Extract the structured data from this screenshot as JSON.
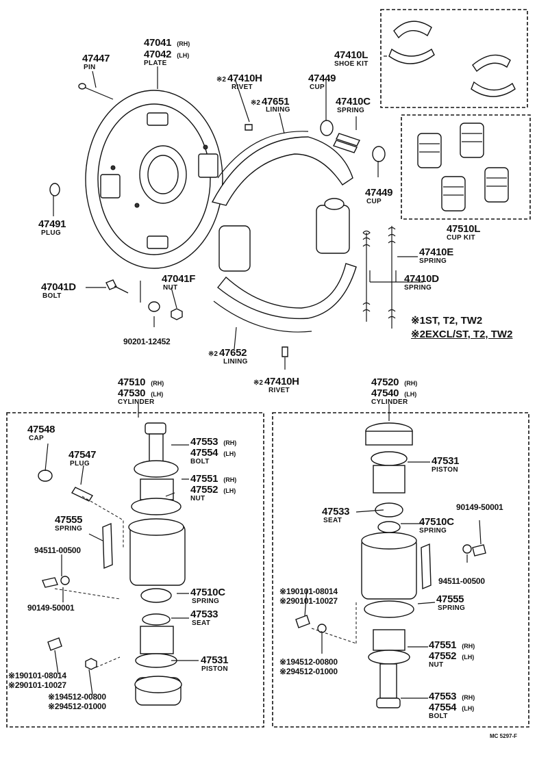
{
  "labels": {
    "pn_47041": "47041",
    "sfx_47041": "(RH)",
    "pn_47042": "47042",
    "sfx_47042": "(LH)",
    "nm_plate": "PLATE",
    "pn_47447": "47447",
    "nm_pin": "PIN",
    "pre_47410h_top": "※2",
    "pn_47410h_top": "47410H",
    "nm_rivet_top": "RIVET",
    "pre_47651": "※2",
    "pn_47651": "47651",
    "nm_lining_top": "LINING",
    "pn_47449_top": "47449",
    "nm_cup_top": "CUP",
    "pn_47410l": "47410L",
    "nm_shoe_kit": "SHOE KIT",
    "pn_47410c_top": "47410C",
    "nm_spring_top": "SPRING",
    "pn_47449_mid": "47449",
    "nm_cup_mid": "CUP",
    "pn_47491": "47491",
    "nm_plug_left": "PLUG",
    "pn_47510l": "47510L",
    "nm_cup_kit": "CUP KIT",
    "pn_47410e": "47410E",
    "nm_spring_e": "SPRING",
    "pn_47410d": "47410D",
    "nm_spring_d": "SPRING",
    "pn_47041d": "47041D",
    "nm_bolt_d": "BOLT",
    "pn_47041f": "47041F",
    "nm_nut_f": "NUT",
    "pn_90201": "90201-12452",
    "note1": "※1ST, T2, TW2",
    "note2": "※2EXCL/ST, T2, TW2",
    "pre_47652": "※2",
    "pn_47652": "47652",
    "nm_lining_bot": "LINING",
    "pre_47410h_bot": "※2",
    "pn_47410h_bot": "47410H",
    "nm_rivet_bot": "RIVET",
    "pn_47510": "47510",
    "sfx_47510": "(RH)",
    "pn_47530": "47530",
    "sfx_47530": "(LH)",
    "nm_cyl_left": "CYLINDER",
    "pn_47520": "47520",
    "sfx_47520": "(RH)",
    "pn_47540": "47540",
    "sfx_47540": "(LH)",
    "nm_cyl_right": "CYLINDER",
    "pn_47548": "47548",
    "nm_cap": "CAP",
    "pn_47547": "47547",
    "nm_plug_47547": "PLUG",
    "pn_47553_l": "47553",
    "sfx_47553_l": "(RH)",
    "pn_47554_l": "47554",
    "sfx_47554_l": "(LH)",
    "nm_bolt_l": "BOLT",
    "pn_47551_l": "47551",
    "sfx_47551_l": "(RH)",
    "pn_47552_l": "47552",
    "sfx_47552_l": "(LH)",
    "nm_nut_l": "NUT",
    "pn_47555_l": "47555",
    "nm_spring_555_l": "SPRING",
    "pn_94511_l": "94511-00500",
    "pn_90149_l": "90149-50001",
    "pn_47510c_l": "47510C",
    "nm_spring_510c_l": "SPRING",
    "pn_47533_l": "47533",
    "nm_seat_l": "SEAT",
    "pn_47531_l": "47531",
    "nm_piston_l": "PISTON",
    "pn_90101_1_l": "※190101-08014",
    "pn_90101_2_l": "※290101-10027",
    "pn_94512_1_l": "※194512-00800",
    "pn_94512_2_l": "※294512-01000",
    "pn_47531_r": "47531",
    "nm_piston_r": "PISTON",
    "pn_90149_r": "90149-50001",
    "pn_47533_r": "47533",
    "nm_seat_r": "SEAT",
    "pn_47510c_r": "47510C",
    "nm_spring_510c_r": "SPRING",
    "pn_94511_r": "94511-00500",
    "pn_90101_1_r": "※190101-08014",
    "pn_90101_2_r": "※290101-10027",
    "pn_47555_r": "47555",
    "nm_spring_555_r": "SPRING",
    "pn_94512_1_r": "※194512-00800",
    "pn_94512_2_r": "※294512-01000",
    "pn_47551_r": "47551",
    "sfx_47551_r": "(RH)",
    "pn_47552_r": "47552",
    "sfx_47552_r": "(LH)",
    "nm_nut_r": "NUT",
    "pn_47553_r": "47553",
    "sfx_47553_r": "(RH)",
    "pn_47554_r": "47554",
    "sfx_47554_r": "(LH)",
    "nm_bolt_r": "BOLT",
    "ref_code": "MC 5297-F"
  }
}
